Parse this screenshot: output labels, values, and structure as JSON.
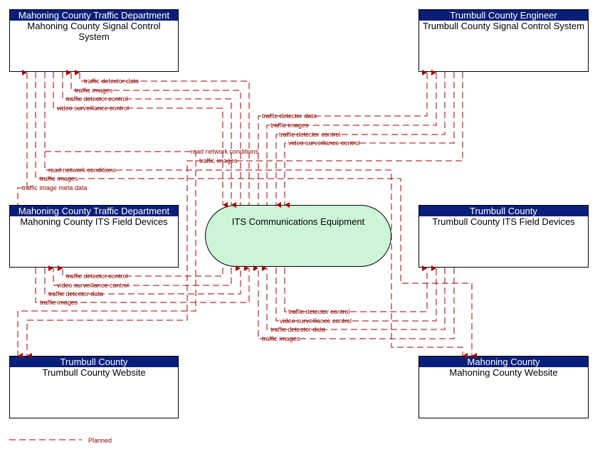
{
  "diagram": {
    "center": {
      "label": "ITS Communications Equipment"
    },
    "boxes": {
      "mcscs": {
        "agency": "Mahoning County Traffic Department",
        "name": "Mahoning County Signal Control System"
      },
      "tcscs": {
        "agency": "Trumbull County Engineer",
        "name": "Trumbull County Signal Control System"
      },
      "mcitsfd": {
        "agency": "Mahoning County Traffic Department",
        "name": "Mahoning County ITS Field Devices"
      },
      "tcitsfd": {
        "agency": "Trumbull County",
        "name": "Trumbull County ITS Field Devices"
      },
      "tcweb": {
        "agency": "Trumbull County",
        "name": "Trumbull County Website"
      },
      "mcweb": {
        "agency": "Mahoning County",
        "name": "Mahoning County Website"
      }
    },
    "flow_labels": {
      "f1": "traffic detector data",
      "f2": "traffic images",
      "f3": "traffic detector control",
      "f4": "video surveillance control",
      "f5": "traffic detector data",
      "f6": "traffic images",
      "f7": "traffic detector control",
      "f8": "video surveillance control",
      "f9": "road network conditions",
      "f10": "traffic images",
      "f11": "road network conditions",
      "f12": "traffic images",
      "f13": "traffic image meta data",
      "f14": "traffic detector control",
      "f15": "video surveillance control",
      "f16": "traffic detector data",
      "f17": "traffic images",
      "f18": "traffic detector control",
      "f19": "video surveillance control",
      "f20": "traffic detector data",
      "f21": "traffic images"
    },
    "legend": {
      "label": "Planned"
    }
  },
  "colors": {
    "header": "#0a1f7a",
    "flow": "#a10000",
    "center_fill": "#ccf5d6"
  }
}
